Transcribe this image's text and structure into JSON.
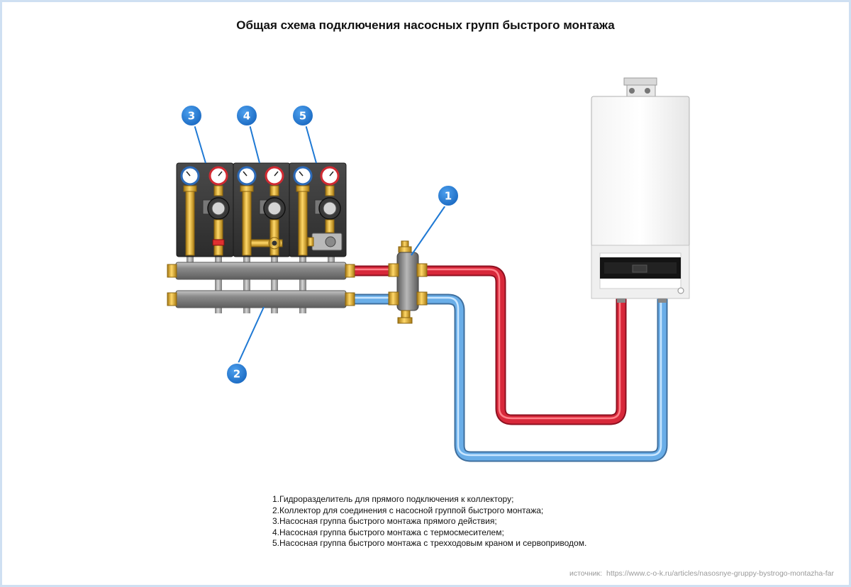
{
  "title": "Общая схема подключения насосных групп быстрого монтажа",
  "callouts": [
    "1",
    "2",
    "3",
    "4",
    "5"
  ],
  "legend": [
    "1.Гидроразделитель для прямого подключения к коллектору;",
    "2.Коллектор для соединения с насосной группой быстрого монтажа;",
    "3.Насосная группа быстрого монтажа прямого действия;",
    "4.Насосная группа быстрого монтажа с термосмесителем;",
    "5.Насосная группа быстрого монтажа с трехходовым краном и сервоприводом."
  ],
  "source": {
    "label": "источник:",
    "url": "https://www.c-o-k.ru/articles/nasosnye-gruppy-bystrogo-montazha-far"
  },
  "colors": {
    "supply_pipe": "#d8283a",
    "return_pipe": "#6aaee8",
    "callout": "#1f79d4",
    "frame_border": "#cfe0f2"
  }
}
